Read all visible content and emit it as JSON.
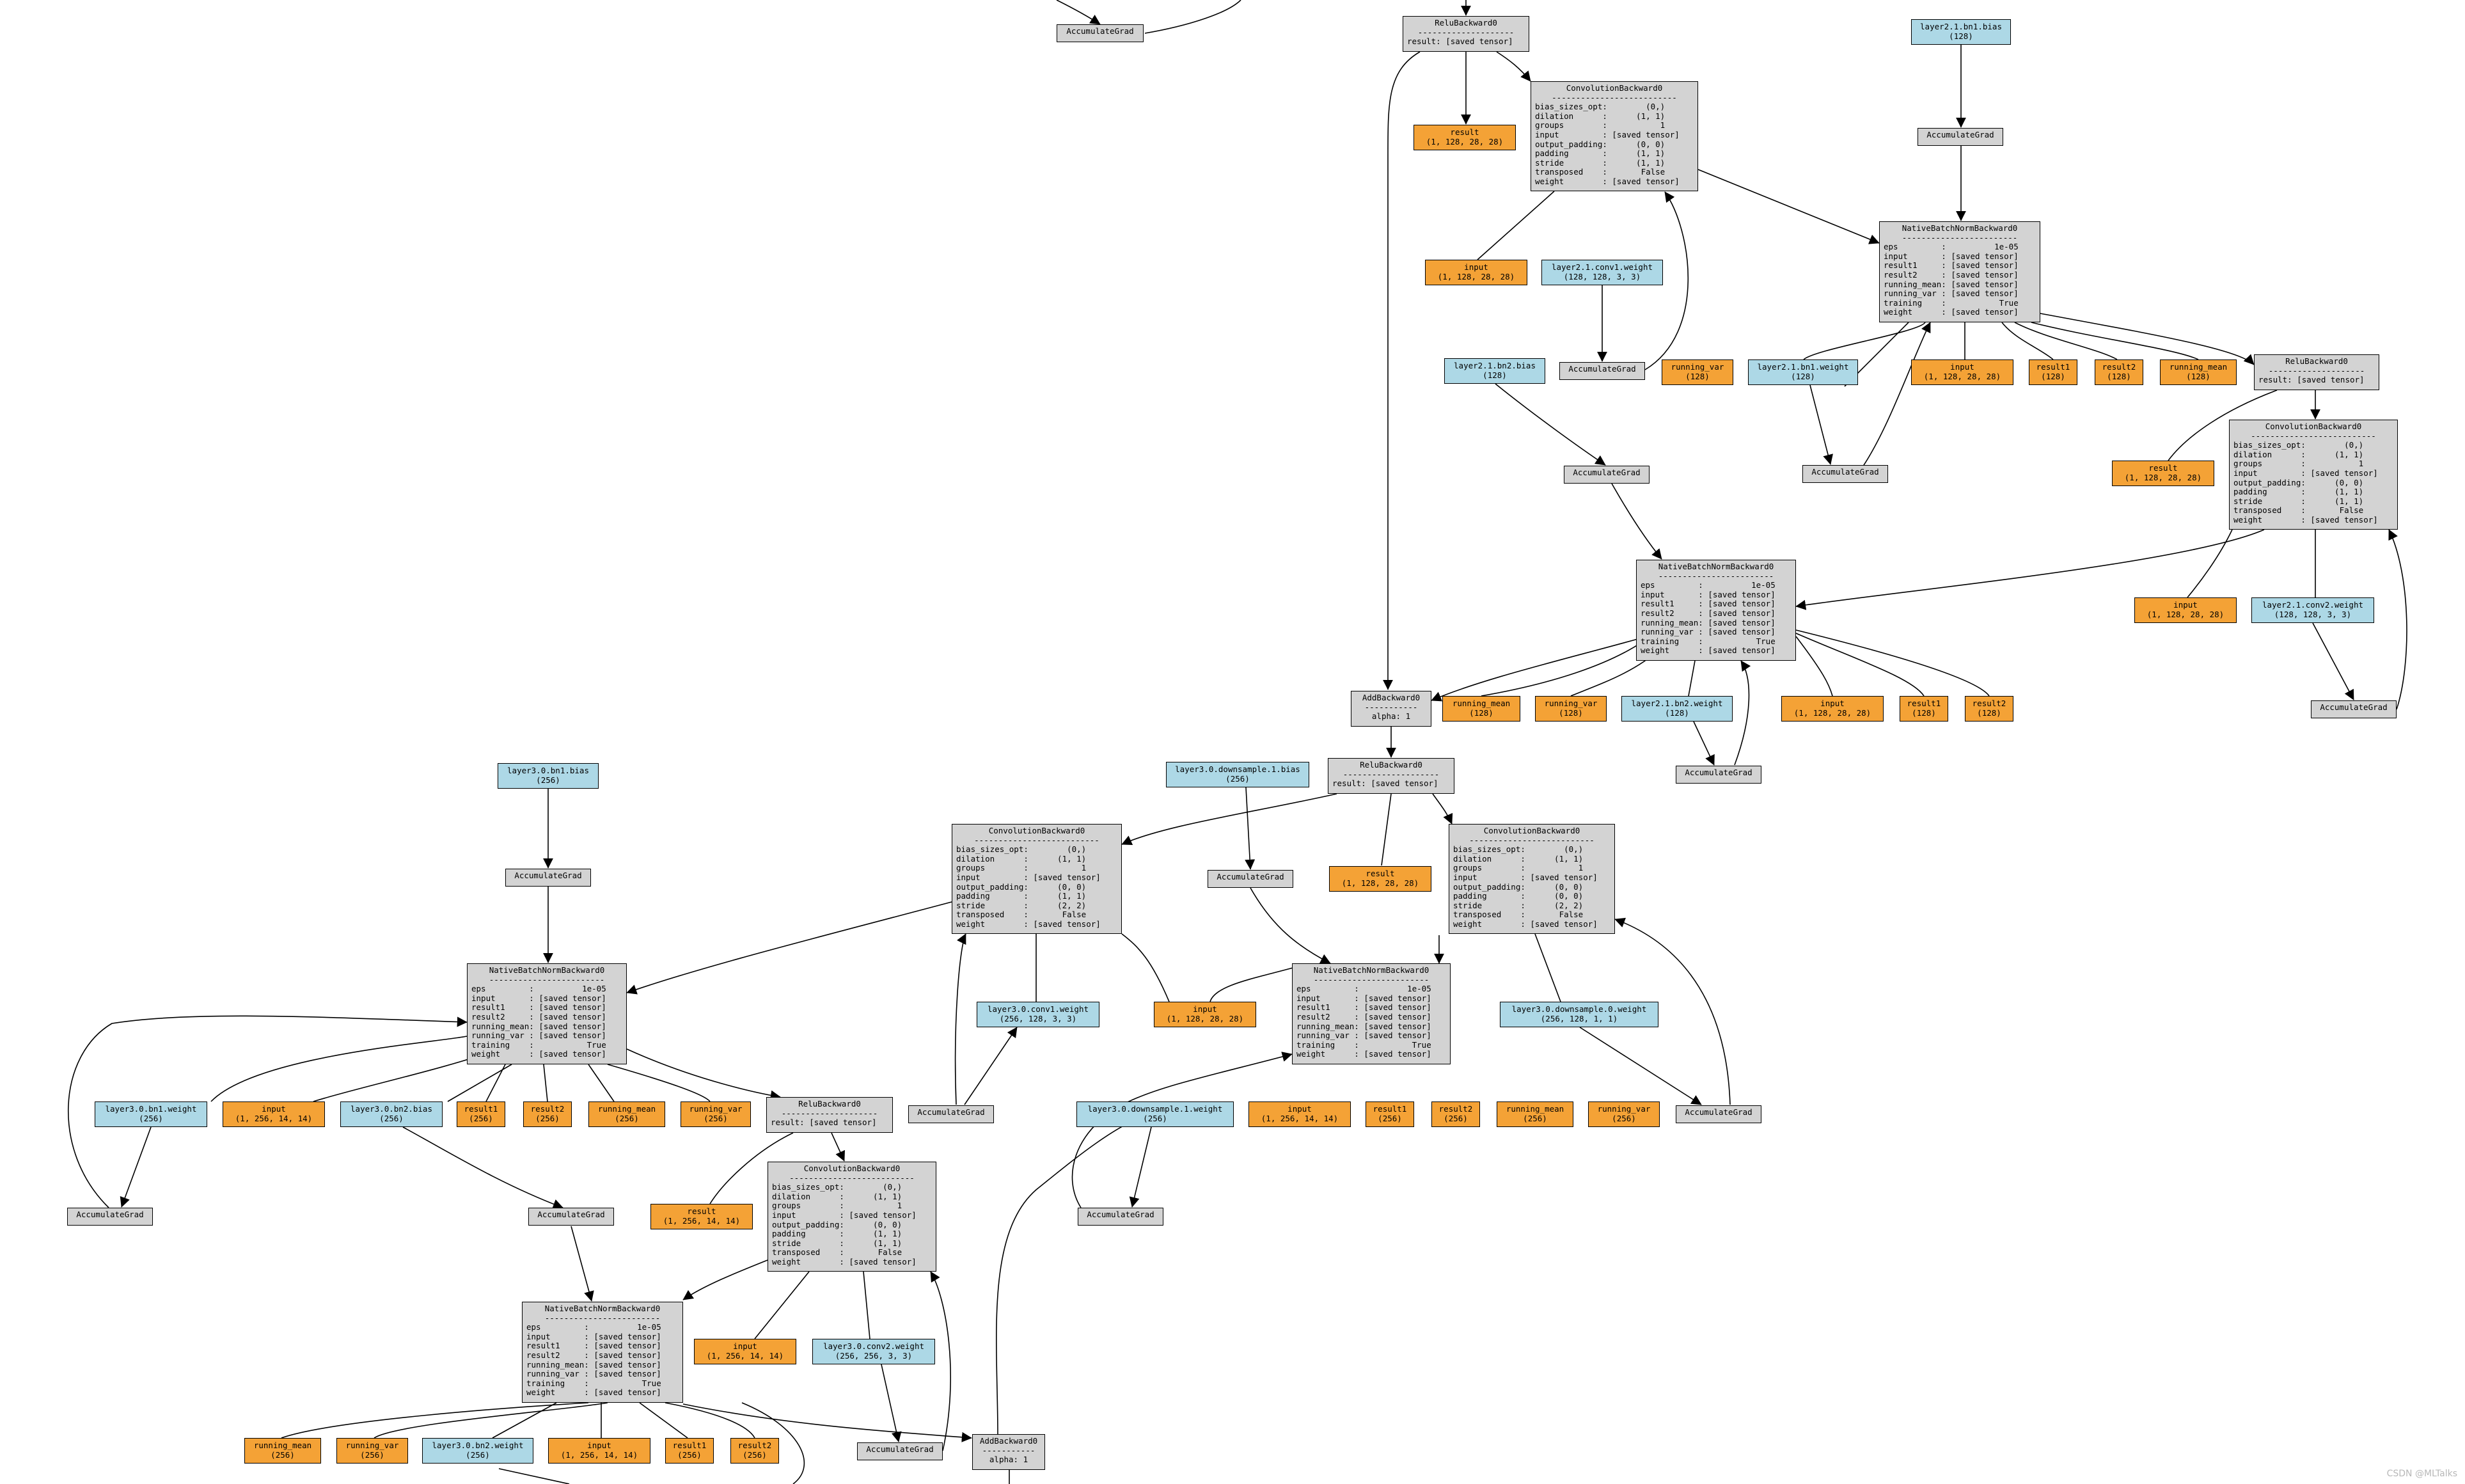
{
  "nodes": {
    "acc_top_left": {
      "title": "AccumulateGrad"
    },
    "relu_top": {
      "title": "ReluBackward0",
      "sep": "--------------------",
      "attrs": [
        "result: [saved tensor]"
      ]
    },
    "l21_bn1_bias": {
      "l1": "layer2.1.bn1.bias",
      "l2": "(128)"
    },
    "res_top": {
      "l1": "result",
      "l2": "(1, 128, 28, 28)"
    },
    "conv_l21_1": {
      "title": "ConvolutionBackward0",
      "sep": "--------------------------",
      "attrs": [
        "bias_sizes_opt:        (0,)",
        "dilation      :      (1, 1)",
        "groups        :           1",
        "input         : [saved tensor]",
        "output_padding:      (0, 0)",
        "padding       :      (1, 1)",
        "stride        :      (1, 1)",
        "transposed    :       False",
        "weight        : [saved tensor]"
      ]
    },
    "acc_bn1_bias": {
      "title": "AccumulateGrad"
    },
    "in_conv1": {
      "l1": "input",
      "l2": "(1, 128, 28, 28)"
    },
    "l21_conv1_w": {
      "l1": "layer2.1.conv1.weight",
      "l2": "(128, 128, 3, 3)"
    },
    "acc_conv1_w": {
      "title": "AccumulateGrad"
    },
    "bn_l21_1": {
      "title": "NativeBatchNormBackward0",
      "sep": "------------------------",
      "attrs": [
        "eps         :          1e-05",
        "input       : [saved tensor]",
        "result1     : [saved tensor]",
        "result2     : [saved tensor]",
        "running_mean: [saved tensor]",
        "running_var : [saved tensor]",
        "training    :           True",
        "weight      : [saved tensor]"
      ]
    },
    "rv_bn1": {
      "l1": "running_var",
      "l2": "(128)"
    },
    "l21_bn1_w": {
      "l1": "layer2.1.bn1.weight",
      "l2": "(128)"
    },
    "in_bn1": {
      "l1": "input",
      "l2": "(1, 128, 28, 28)"
    },
    "r1_bn1": {
      "l1": "result1",
      "l2": "(128)"
    },
    "r2_bn1": {
      "l1": "result2",
      "l2": "(128)"
    },
    "rm_bn1": {
      "l1": "running_mean",
      "l2": "(128)"
    },
    "relu_l21": {
      "title": "ReluBackward0",
      "sep": "--------------------",
      "attrs": [
        "result: [saved tensor]"
      ]
    },
    "acc_bn1_w": {
      "title": "AccumulateGrad"
    },
    "l21_bn2_bias": {
      "l1": "layer2.1.bn2.bias",
      "l2": "(128)"
    },
    "acc_bn2_bias": {
      "title": "AccumulateGrad"
    },
    "res_relu_l21": {
      "l1": "result",
      "l2": "(1, 128, 28, 28)"
    },
    "conv_l21_2": {
      "title": "ConvolutionBackward0",
      "sep": "--------------------------",
      "attrs": [
        "bias_sizes_opt:        (0,)",
        "dilation      :      (1, 1)",
        "groups        :           1",
        "input         : [saved tensor]",
        "output_padding:      (0, 0)",
        "padding       :      (1, 1)",
        "stride        :      (1, 1)",
        "transposed    :       False",
        "weight        : [saved tensor]"
      ]
    },
    "bn_l21_2": {
      "title": "NativeBatchNormBackward0",
      "sep": "------------------------",
      "attrs": [
        "eps         :          1e-05",
        "input       : [saved tensor]",
        "result1     : [saved tensor]",
        "result2     : [saved tensor]",
        "running_mean: [saved tensor]",
        "running_var : [saved tensor]",
        "training    :           True",
        "weight      : [saved tensor]"
      ]
    },
    "in_conv2": {
      "l1": "input",
      "l2": "(1, 128, 28, 28)"
    },
    "l21_conv2_w": {
      "l1": "layer2.1.conv2.weight",
      "l2": "(128, 128, 3, 3)"
    },
    "acc_conv2_w": {
      "title": "AccumulateGrad"
    },
    "add_l21": {
      "title": "AddBackward0",
      "sep": "-----------",
      "attrs": [
        "alpha: 1"
      ]
    },
    "rm_bn2": {
      "l1": "running_mean",
      "l2": "(128)"
    },
    "rv_bn2": {
      "l1": "running_var",
      "l2": "(128)"
    },
    "l21_bn2_w": {
      "l1": "layer2.1.bn2.weight",
      "l2": "(128)"
    },
    "in_bn2": {
      "l1": "input",
      "l2": "(1, 128, 28, 28)"
    },
    "r1_bn2": {
      "l1": "result1",
      "l2": "(128)"
    },
    "r2_bn2": {
      "l1": "result2",
      "l2": "(128)"
    },
    "acc_bn2_w": {
      "title": "AccumulateGrad"
    },
    "relu_l21_out": {
      "title": "ReluBackward0",
      "sep": "--------------------",
      "attrs": [
        "result: [saved tensor]"
      ]
    },
    "l30_ds1_bias": {
      "l1": "layer3.0.downsample.1.bias",
      "l2": "(256)"
    },
    "l30_bn1_bias": {
      "l1": "layer3.0.bn1.bias",
      "l2": "(256)"
    },
    "acc_l30_bn1_bias": {
      "title": "AccumulateGrad"
    },
    "conv_l30_1": {
      "title": "ConvolutionBackward0",
      "sep": "--------------------------",
      "attrs": [
        "bias_sizes_opt:        (0,)",
        "dilation      :      (1, 1)",
        "groups        :           1",
        "input         : [saved tensor]",
        "output_padding:      (0, 0)",
        "padding       :      (1, 1)",
        "stride        :      (2, 2)",
        "transposed    :       False",
        "weight        : [saved tensor]"
      ]
    },
    "acc_ds1_bias": {
      "title": "AccumulateGrad"
    },
    "res_relu_out": {
      "l1": "result",
      "l2": "(1, 128, 28, 28)"
    },
    "conv_ds": {
      "title": "ConvolutionBackward0",
      "sep": "--------------------------",
      "attrs": [
        "bias_sizes_opt:        (0,)",
        "dilation      :      (1, 1)",
        "groups        :           1",
        "input         : [saved tensor]",
        "output_padding:      (0, 0)",
        "padding       :      (0, 0)",
        "stride        :      (2, 2)",
        "transposed    :       False",
        "weight        : [saved tensor]"
      ]
    },
    "bn_l30_1": {
      "title": "NativeBatchNormBackward0",
      "sep": "------------------------",
      "attrs": [
        "eps         :          1e-05",
        "input       : [saved tensor]",
        "result1     : [saved tensor]",
        "result2     : [saved tensor]",
        "running_mean: [saved tensor]",
        "running_var : [saved tensor]",
        "training    :           True",
        "weight      : [saved tensor]"
      ]
    },
    "l30_conv1_w": {
      "l1": "layer3.0.conv1.weight",
      "l2": "(256, 128, 3, 3)"
    },
    "in_l30_conv1": {
      "l1": "input",
      "l2": "(1, 128, 28, 28)"
    },
    "bn_ds": {
      "title": "NativeBatchNormBackward0",
      "sep": "------------------------",
      "attrs": [
        "eps         :          1e-05",
        "input       : [saved tensor]",
        "result1     : [saved tensor]",
        "result2     : [saved tensor]",
        "running_mean: [saved tensor]",
        "running_var : [saved tensor]",
        "training    :           True",
        "weight      : [saved tensor]"
      ]
    },
    "l30_ds0_w": {
      "l1": "layer3.0.downsample.0.weight",
      "l2": "(256, 128, 1, 1)"
    },
    "l30_bn1_w": {
      "l1": "layer3.0.bn1.weight",
      "l2": "(256)"
    },
    "in_l30_bn1": {
      "l1": "input",
      "l2": "(1, 256, 14, 14)"
    },
    "l30_bn2_bias": {
      "l1": "layer3.0.bn2.bias",
      "l2": "(256)"
    },
    "r1_l30_bn1": {
      "l1": "result1",
      "l2": "(256)"
    },
    "r2_l30_bn1": {
      "l1": "result2",
      "l2": "(256)"
    },
    "rm_l30_bn1": {
      "l1": "running_mean",
      "l2": "(256)"
    },
    "rv_l30_bn1": {
      "l1": "running_var",
      "l2": "(256)"
    },
    "relu_l30": {
      "title": "ReluBackward0",
      "sep": "--------------------",
      "attrs": [
        "result: [saved tensor]"
      ]
    },
    "acc_l30_conv1_w": {
      "title": "AccumulateGrad"
    },
    "l30_ds1_w": {
      "l1": "layer3.0.downsample.1.weight",
      "l2": "(256)"
    },
    "in_ds_bn": {
      "l1": "input",
      "l2": "(1, 256, 14, 14)"
    },
    "r1_ds_bn": {
      "l1": "result1",
      "l2": "(256)"
    },
    "r2_ds_bn": {
      "l1": "result2",
      "l2": "(256)"
    },
    "rm_ds_bn": {
      "l1": "running_mean",
      "l2": "(256)"
    },
    "rv_ds_bn": {
      "l1": "running_var",
      "l2": "(256)"
    },
    "acc_ds0_w": {
      "title": "AccumulateGrad"
    },
    "res_relu_l30": {
      "l1": "result",
      "l2": "(1, 256, 14, 14)"
    },
    "conv_l30_2": {
      "title": "ConvolutionBackward0",
      "sep": "--------------------------",
      "attrs": [
        "bias_sizes_opt:        (0,)",
        "dilation      :      (1, 1)",
        "groups        :           1",
        "input         : [saved tensor]",
        "output_padding:      (0, 0)",
        "padding       :      (1, 1)",
        "stride        :      (1, 1)",
        "transposed    :       False",
        "weight        : [saved tensor]"
      ]
    },
    "acc_l30_bn1_w": {
      "title": "AccumulateGrad"
    },
    "acc_l30_bn2_bias": {
      "title": "AccumulateGrad"
    },
    "acc_ds1_w": {
      "title": "AccumulateGrad"
    },
    "bn_l30_2": {
      "title": "NativeBatchNormBackward0",
      "sep": "------------------------",
      "attrs": [
        "eps         :          1e-05",
        "input       : [saved tensor]",
        "result1     : [saved tensor]",
        "result2     : [saved tensor]",
        "running_mean: [saved tensor]",
        "running_var : [saved tensor]",
        "training    :           True",
        "weight      : [saved tensor]"
      ]
    },
    "in_l30_conv2": {
      "l1": "input",
      "l2": "(1, 256, 14, 14)"
    },
    "l30_conv2_w": {
      "l1": "layer3.0.conv2.weight",
      "l2": "(256, 256, 3, 3)"
    },
    "rm_l30_bn2": {
      "l1": "running_mean",
      "l2": "(256)"
    },
    "rv_l30_bn2": {
      "l1": "running_var",
      "l2": "(256)"
    },
    "l30_bn2_w": {
      "l1": "layer3.0.bn2.weight",
      "l2": "(256)"
    },
    "in_l30_bn2": {
      "l1": "input",
      "l2": "(1, 256, 14, 14)"
    },
    "r1_l30_bn2": {
      "l1": "result1",
      "l2": "(256)"
    },
    "r2_l30_bn2": {
      "l1": "result2",
      "l2": "(256)"
    },
    "acc_l30_conv2_w": {
      "title": "AccumulateGrad"
    },
    "add_l30": {
      "title": "AddBackward0",
      "sep": "-----------",
      "attrs": [
        "alpha: 1"
      ]
    }
  },
  "watermark": "CSDN @MLTalks",
  "colors": {
    "op_fill": "#d3d3d3",
    "param_fill": "#add8e6",
    "saved_fill": "#f4a236",
    "line": "#000000"
  }
}
